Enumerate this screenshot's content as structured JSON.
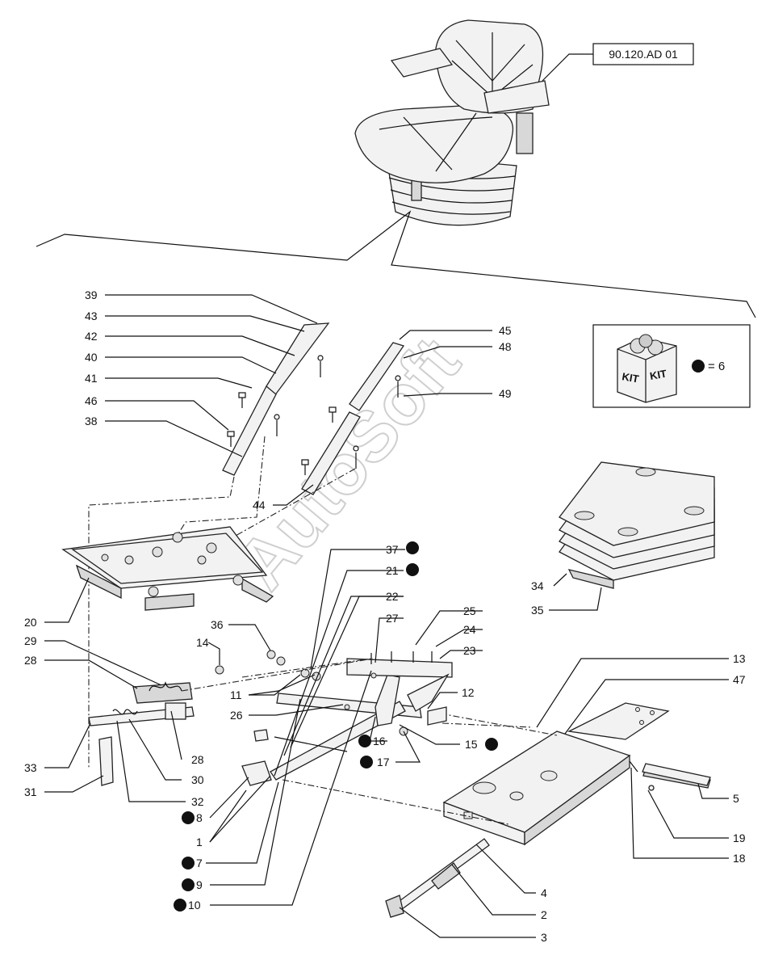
{
  "reference_code": "90.120.AD 01",
  "watermark": "AutoSoft",
  "kit_legend": {
    "kit_word": "KIT",
    "equals_text": "= 6"
  },
  "callouts": [
    {
      "id": "c39",
      "text": "39",
      "kit": false
    },
    {
      "id": "c43",
      "text": "43",
      "kit": false
    },
    {
      "id": "c42",
      "text": "42",
      "kit": false
    },
    {
      "id": "c40",
      "text": "40",
      "kit": false
    },
    {
      "id": "c41",
      "text": "41",
      "kit": false
    },
    {
      "id": "c46",
      "text": "46",
      "kit": false
    },
    {
      "id": "c38",
      "text": "38",
      "kit": false
    },
    {
      "id": "c45",
      "text": "45",
      "kit": false
    },
    {
      "id": "c48",
      "text": "48",
      "kit": false
    },
    {
      "id": "c49",
      "text": "49",
      "kit": false
    },
    {
      "id": "c44",
      "text": "44",
      "kit": false
    },
    {
      "id": "c20",
      "text": "20",
      "kit": false
    },
    {
      "id": "c29",
      "text": "29",
      "kit": false
    },
    {
      "id": "c28a",
      "text": "28",
      "kit": false
    },
    {
      "id": "c33",
      "text": "33",
      "kit": false
    },
    {
      "id": "c31",
      "text": "31",
      "kit": false
    },
    {
      "id": "c28b",
      "text": "28",
      "kit": false
    },
    {
      "id": "c30",
      "text": "30",
      "kit": false
    },
    {
      "id": "c32",
      "text": "32",
      "kit": false
    },
    {
      "id": "c37",
      "text": "37",
      "kit": true
    },
    {
      "id": "c21",
      "text": "21",
      "kit": true
    },
    {
      "id": "c22",
      "text": "22",
      "kit": false
    },
    {
      "id": "c27",
      "text": "27",
      "kit": false
    },
    {
      "id": "c25",
      "text": "25",
      "kit": false
    },
    {
      "id": "c24",
      "text": "24",
      "kit": false
    },
    {
      "id": "c23",
      "text": "23",
      "kit": false
    },
    {
      "id": "c36",
      "text": "36",
      "kit": false
    },
    {
      "id": "c14",
      "text": "14",
      "kit": false
    },
    {
      "id": "c11",
      "text": "11",
      "kit": false
    },
    {
      "id": "c26",
      "text": "26",
      "kit": false
    },
    {
      "id": "c12",
      "text": "12",
      "kit": false
    },
    {
      "id": "c16",
      "text": "16",
      "kit": true
    },
    {
      "id": "c17",
      "text": "17",
      "kit": true
    },
    {
      "id": "c15",
      "text": "15",
      "kit": true
    },
    {
      "id": "c34",
      "text": "34",
      "kit": false
    },
    {
      "id": "c35",
      "text": "35",
      "kit": false
    },
    {
      "id": "c13",
      "text": "13",
      "kit": false
    },
    {
      "id": "c47",
      "text": "47",
      "kit": false
    },
    {
      "id": "c5",
      "text": "5",
      "kit": false
    },
    {
      "id": "c19",
      "text": "19",
      "kit": false
    },
    {
      "id": "c18",
      "text": "18",
      "kit": false
    },
    {
      "id": "c8",
      "text": "8",
      "kit": true
    },
    {
      "id": "c1",
      "text": "1",
      "kit": false
    },
    {
      "id": "c7",
      "text": "7",
      "kit": true
    },
    {
      "id": "c9",
      "text": "9",
      "kit": true
    },
    {
      "id": "c10",
      "text": "10",
      "kit": true
    },
    {
      "id": "c4",
      "text": "4",
      "kit": false
    },
    {
      "id": "c2",
      "text": "2",
      "kit": false
    },
    {
      "id": "c3",
      "text": "3",
      "kit": false
    }
  ]
}
